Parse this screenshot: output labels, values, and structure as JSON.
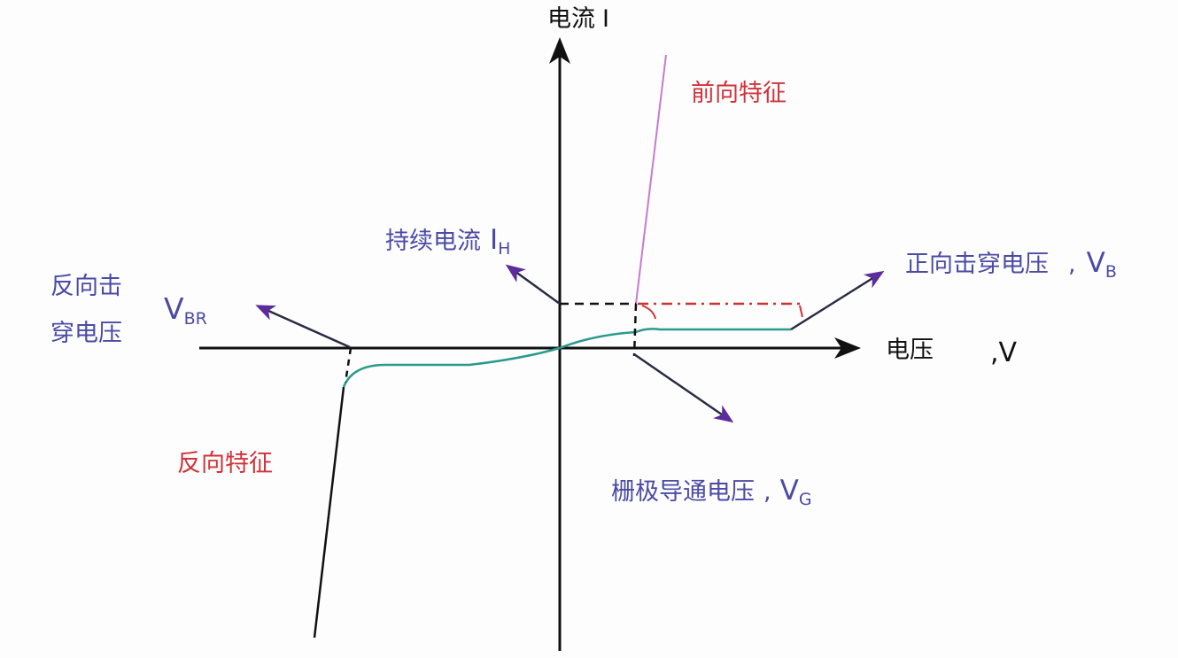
{
  "axes": {
    "y_label": "电流",
    "y_symbol": "I",
    "x_label": "电压",
    "x_symbol": ",V"
  },
  "labels": {
    "forward": "前向特征",
    "reverse": "反向特征",
    "holding_current": {
      "text": "持续电流",
      "symbol": "I",
      "sub": "H"
    },
    "forward_breakover": {
      "text": "正向击穿电压",
      "sep": ",",
      "symbol": "V",
      "sub": "B"
    },
    "reverse_breakdown": {
      "line1": "反向击",
      "line2": "穿电压",
      "symbol": "V",
      "sub": "BR"
    },
    "gate_trigger": {
      "text": "栅极导通电压",
      "sep": ",",
      "symbol": "V",
      "sub": "G"
    }
  },
  "colors": {
    "axis": "#111111",
    "label_blue": "#4b4ba6",
    "label_red": "#d0333a",
    "arrow": "#5b2c9c",
    "curve_teal": "#2a9a8c",
    "forward_line": "#c77ad0",
    "dashdot": "#cc3333"
  }
}
